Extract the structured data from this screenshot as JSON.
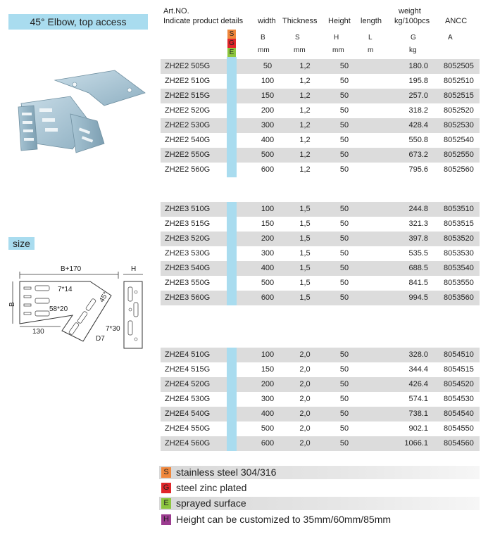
{
  "product_title": "45° Elbow, top access",
  "size_label": "size",
  "header": {
    "artno_line1": "Art.NO.",
    "artno_line2": "Indicate product details",
    "width": "width",
    "thickness": "Thickness",
    "height": "Height",
    "length": "length",
    "weight_line1": "weight",
    "weight_line2": "kg/100pcs",
    "ancc": "ANCC",
    "sym_b": "B",
    "sym_s": "S",
    "sym_h": "H",
    "sym_l": "L",
    "sym_g": "G",
    "sym_a": "A",
    "unit_b": "mm",
    "unit_s": "mm",
    "unit_h": "mm",
    "unit_l": "m",
    "unit_g": "kg"
  },
  "badges": [
    {
      "letter": "S",
      "color": "#f0873c"
    },
    {
      "letter": "G",
      "color": "#e0262a"
    },
    {
      "letter": "E",
      "color": "#8dc63f"
    }
  ],
  "groups": [
    {
      "rows": [
        {
          "art": "ZH2E2 505G",
          "width": "50",
          "thickness": "1,2",
          "height": "50",
          "weight": "180.0",
          "ancc": "8052505"
        },
        {
          "art": "ZH2E2 510G",
          "width": "100",
          "thickness": "1,2",
          "height": "50",
          "weight": "195.8",
          "ancc": "8052510"
        },
        {
          "art": "ZH2E2 515G",
          "width": "150",
          "thickness": "1,2",
          "height": "50",
          "weight": "257.0",
          "ancc": "8052515"
        },
        {
          "art": "ZH2E2 520G",
          "width": "200",
          "thickness": "1,2",
          "height": "50",
          "weight": "318.2",
          "ancc": "8052520"
        },
        {
          "art": "ZH2E2 530G",
          "width": "300",
          "thickness": "1,2",
          "height": "50",
          "weight": "428.4",
          "ancc": "8052530"
        },
        {
          "art": "ZH2E2 540G",
          "width": "400",
          "thickness": "1,2",
          "height": "50",
          "weight": "550.8",
          "ancc": "8052540"
        },
        {
          "art": "ZH2E2 550G",
          "width": "500",
          "thickness": "1,2",
          "height": "50",
          "weight": "673.2",
          "ancc": "8052550"
        },
        {
          "art": "ZH2E2 560G",
          "width": "600",
          "thickness": "1,2",
          "height": "50",
          "weight": "795.6",
          "ancc": "8052560"
        }
      ]
    },
    {
      "rows": [
        {
          "art": "ZH2E3 510G",
          "width": "100",
          "thickness": "1,5",
          "height": "50",
          "weight": "244.8",
          "ancc": "8053510"
        },
        {
          "art": "ZH2E3 515G",
          "width": "150",
          "thickness": "1,5",
          "height": "50",
          "weight": "321.3",
          "ancc": "8053515"
        },
        {
          "art": "ZH2E3 520G",
          "width": "200",
          "thickness": "1,5",
          "height": "50",
          "weight": "397.8",
          "ancc": "8053520"
        },
        {
          "art": "ZH2E3 530G",
          "width": "300",
          "thickness": "1,5",
          "height": "50",
          "weight": "535.5",
          "ancc": "8053530"
        },
        {
          "art": "ZH2E3 540G",
          "width": "400",
          "thickness": "1,5",
          "height": "50",
          "weight": "688.5",
          "ancc": "8053540"
        },
        {
          "art": "ZH2E3 550G",
          "width": "500",
          "thickness": "1,5",
          "height": "50",
          "weight": "841.5",
          "ancc": "8053550"
        },
        {
          "art": "ZH2E3 560G",
          "width": "600",
          "thickness": "1,5",
          "height": "50",
          "weight": "994.5",
          "ancc": "8053560"
        }
      ]
    },
    {
      "rows": [
        {
          "art": "ZH2E4 510G",
          "width": "100",
          "thickness": "2,0",
          "height": "50",
          "weight": "328.0",
          "ancc": "8054510"
        },
        {
          "art": "ZH2E4 515G",
          "width": "150",
          "thickness": "2,0",
          "height": "50",
          "weight": "344.4",
          "ancc": "8054515"
        },
        {
          "art": "ZH2E4 520G",
          "width": "200",
          "thickness": "2,0",
          "height": "50",
          "weight": "426.4",
          "ancc": "8054520"
        },
        {
          "art": "ZH2E4 530G",
          "width": "300",
          "thickness": "2,0",
          "height": "50",
          "weight": "574.1",
          "ancc": "8054530"
        },
        {
          "art": "ZH2E4 540G",
          "width": "400",
          "thickness": "2,0",
          "height": "50",
          "weight": "738.1",
          "ancc": "8054540"
        },
        {
          "art": "ZH2E4 550G",
          "width": "500",
          "thickness": "2,0",
          "height": "50",
          "weight": "902.1",
          "ancc": "8054550"
        },
        {
          "art": "ZH2E4 560G",
          "width": "600",
          "thickness": "2,0",
          "height": "50",
          "weight": "1066.1",
          "ancc": "8054560"
        }
      ]
    }
  ],
  "drawing_labels": {
    "b_plus": "B+170",
    "h": "H",
    "b": "B",
    "hole1": "7*14",
    "hole2": "58*20",
    "angle": "45°",
    "d130": "130",
    "hole3": "7*30",
    "d7": "D7"
  },
  "legend": [
    {
      "key": "S",
      "color": "#f0873c",
      "text": "stainless steel 304/316"
    },
    {
      "key": "G",
      "color": "#e0262a",
      "text": "steel zinc plated"
    },
    {
      "key": "E",
      "color": "#8dc63f",
      "text": "sprayed surface"
    },
    {
      "key": "H",
      "color": "#9b3b8f",
      "text": "Height can be customized to 35mm/60mm/85mm"
    }
  ],
  "colors": {
    "accent_blue": "#a9dcef",
    "row_shade": "#dcdcdc"
  }
}
